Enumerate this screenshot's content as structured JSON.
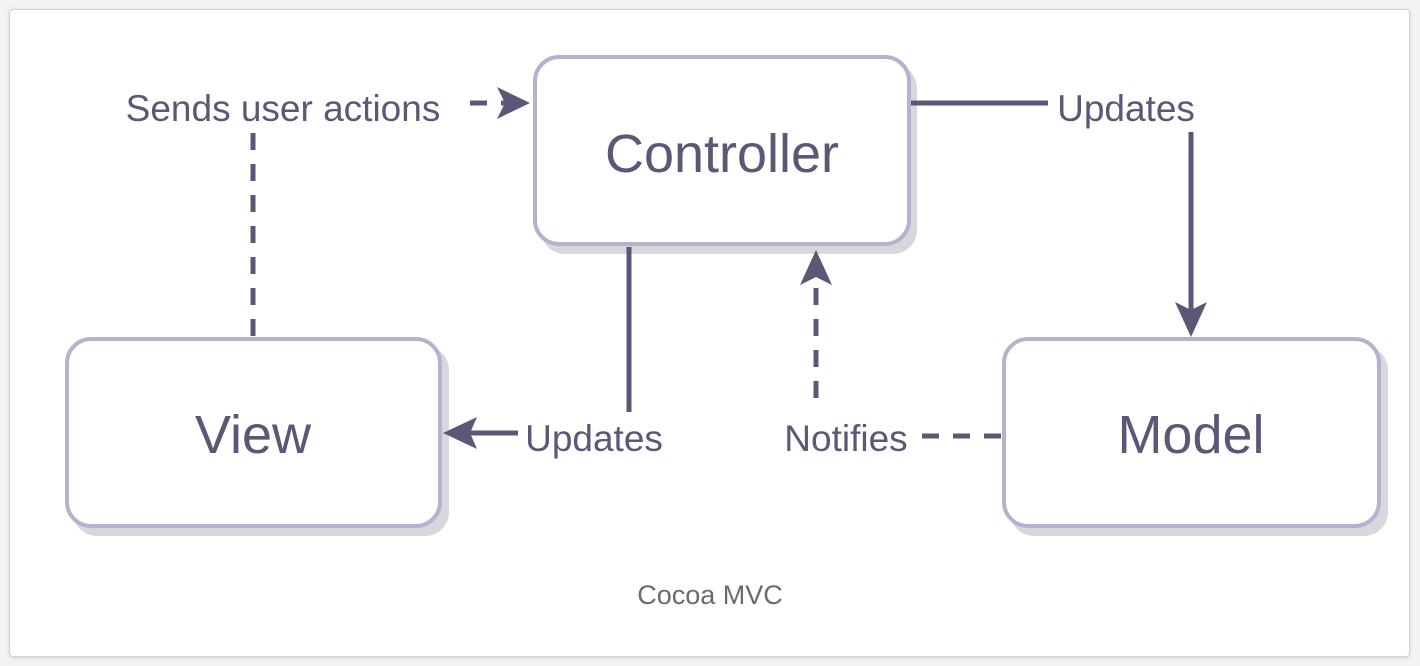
{
  "diagram": {
    "nodes": {
      "controller": "Controller",
      "view": "View",
      "model": "Model"
    },
    "edges": {
      "view_to_controller": "Sends user actions",
      "controller_to_model": "Updates",
      "controller_to_view": "Updates",
      "model_to_controller": "Notifies"
    }
  },
  "caption": "Cocoa MVC"
}
